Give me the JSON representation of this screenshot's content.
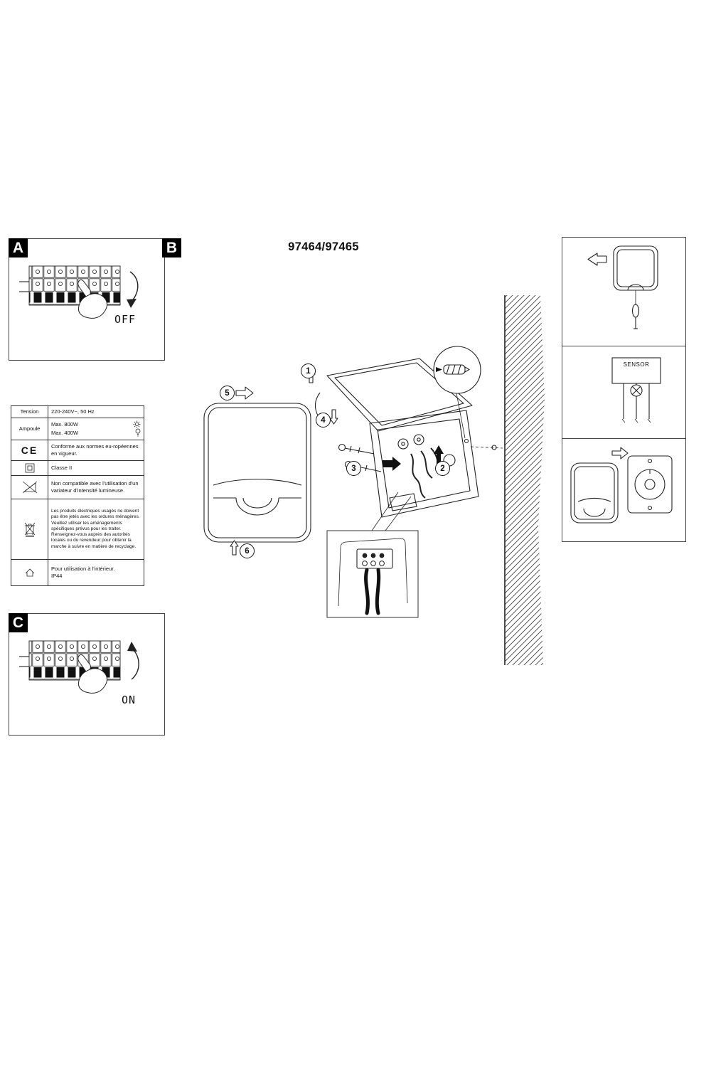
{
  "title": "97464/97465",
  "panel_a": {
    "label": "A",
    "state": "OFF"
  },
  "panel_b": {
    "label": "B"
  },
  "panel_c": {
    "label": "C",
    "state": "ON"
  },
  "steps": [
    "1",
    "2",
    "3",
    "4",
    "5",
    "6"
  ],
  "sensor_box": {
    "label": "SENSOR"
  },
  "spec_table": {
    "tension_label": "Tension",
    "tension_value": "220-240V~, 50 Hz",
    "ampoule_label": "Ampoule",
    "ampoule_max1": "Max. 800W",
    "ampoule_max2": "Max. 400W",
    "ce_mark": "CE",
    "ce_text": "Conforme aux normes eu-ropéennes en vigueur.",
    "classe_text": "Classe II",
    "dimmer_text": "Non compatible avec l'utilisation d'un variateur d'intensité lumineuse.",
    "weee_text": "Les produits électriques usagés ne doivent pas être jetés avec les ordures ménagères. Veuillez utiliser les aménagements spécifiques prévus pour les traiter. Renseignez-vous auprès des autorités locales ou du revendeur pour obtenir la marche à suivre en matière de recyclage.",
    "indoor_text": "Pour utilisation à l'intérieur.",
    "indoor_ip": "IP44"
  }
}
